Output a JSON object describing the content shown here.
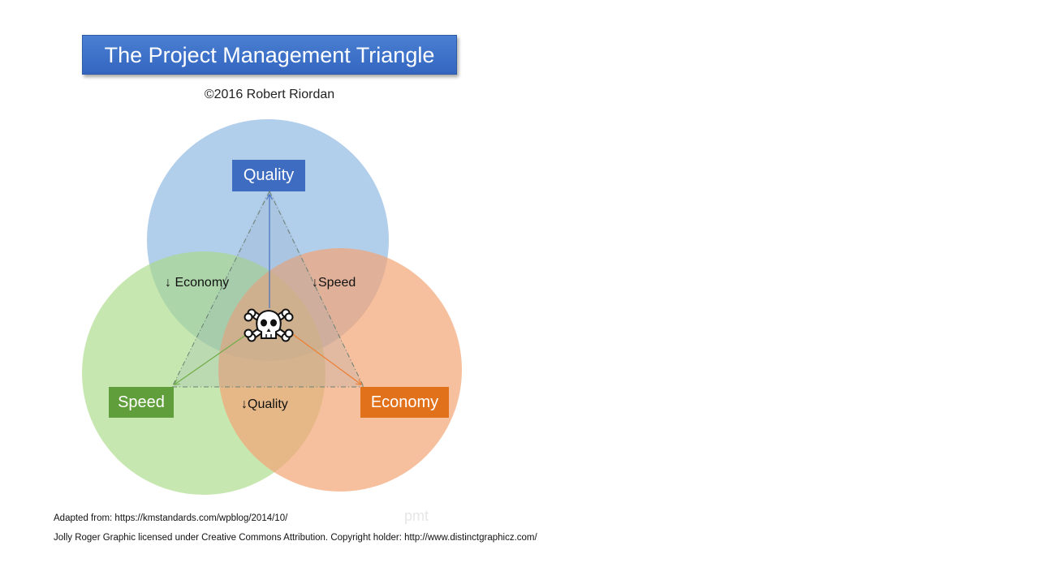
{
  "title": "The Project Management Triangle",
  "copyright": "©2016 Robert Riordan",
  "labels": {
    "quality": "Quality",
    "speed": "Speed",
    "economy": "Economy"
  },
  "regions": {
    "quality_speed": "↓ Economy",
    "quality_economy": "↓Speed",
    "speed_economy": "↓Quality"
  },
  "center_icon": "skull-crossbones-icon",
  "colors": {
    "quality": "#a9c8ea",
    "speed": "#bfe3a0",
    "economy": "#f5b88e",
    "title_bg": "#3d6cc0"
  },
  "footnotes": {
    "adapted": "Adapted from: https://kmstandards.com/wpblog/2014/10/",
    "license": "Jolly Roger Graphic licensed under Creative Commons Attribution. Copyright holder: http://www.distinctgraphicz.com/"
  },
  "watermark": "pmt"
}
